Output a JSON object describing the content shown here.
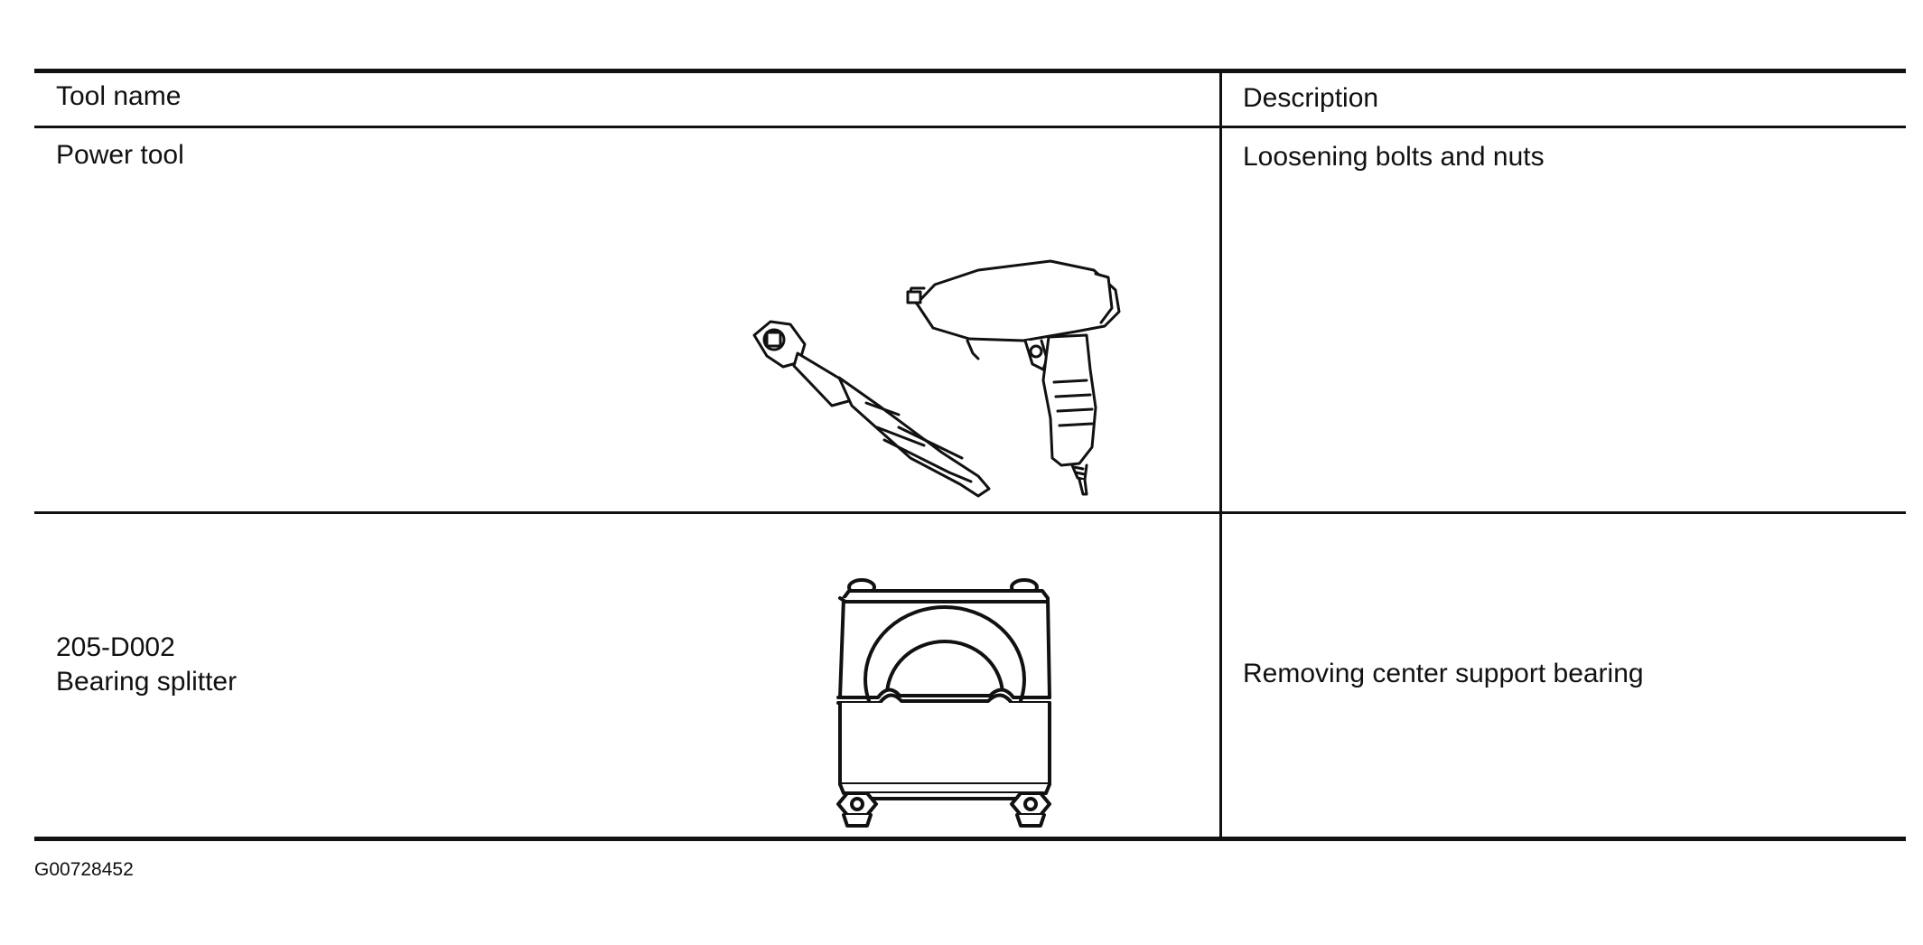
{
  "table": {
    "headers": {
      "tool_name": "Tool name",
      "description": "Description"
    },
    "rows": [
      {
        "tool_name": "Power tool",
        "part_number": "",
        "description": "Loosening bolts and nuts",
        "illustration": "ratchet-and-impact-wrench-icon"
      },
      {
        "tool_name": "Bearing splitter",
        "part_number": "205-D002",
        "description": "Removing center support bearing",
        "illustration": "bearing-splitter-icon"
      }
    ]
  },
  "figure_id": "G00728452"
}
